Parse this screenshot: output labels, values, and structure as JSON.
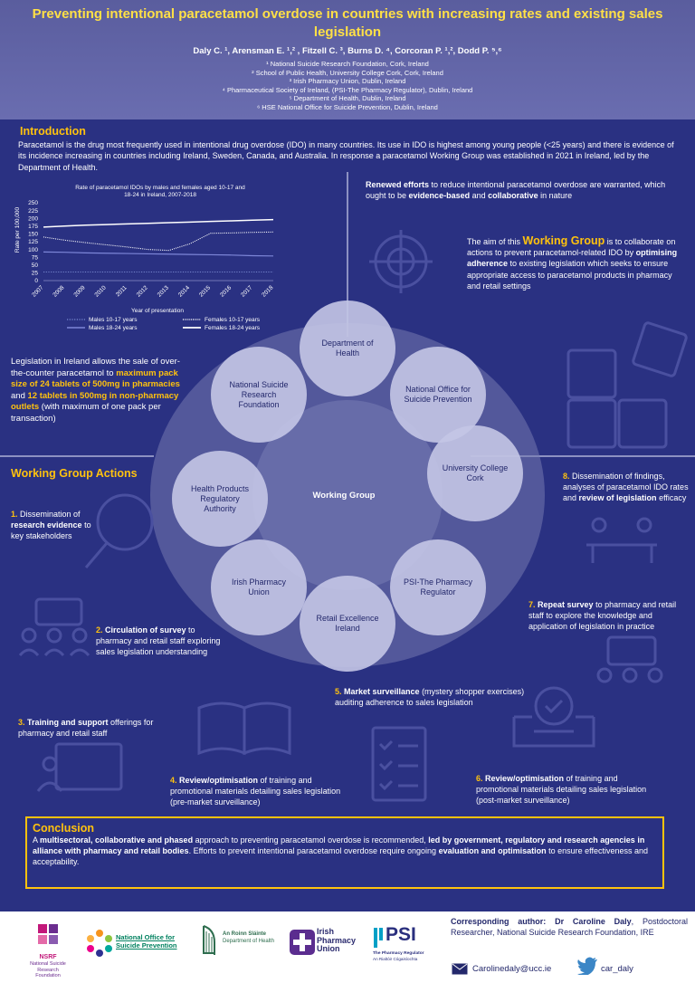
{
  "header": {
    "title": "Preventing intentional paracetamol overdose in countries with increasing rates and existing sales legislation",
    "authors": "Daly C. ¹, Arensman E. ¹,² , Fitzell C. ³, Burns D. ⁴, Corcoran P. ¹,², Dodd P. ⁵,⁶",
    "affiliations": [
      "¹ National Suicide Research Foundation, Cork, Ireland",
      "² School of Public Health, University College Cork, Cork, Ireland",
      "³ Irish Pharmacy Union, Dublin, Ireland",
      "⁴ Pharmaceutical Society of Ireland, (PSI-The Pharmacy Regulator), Dublin, Ireland",
      "⁵ Department of Health, Dublin, Ireland",
      "⁶ HSE National Office for Suicide Prevention, Dublin, Ireland"
    ]
  },
  "intro": {
    "title": "Introduction",
    "text": "Paracetamol is the drug most frequently used in intentional drug overdose (IDO) in many countries. Its use in IDO is highest among young people (<25 years) and there is evidence of its incidence increasing in countries including Ireland, Sweden, Canada, and Australia. In response a paracetamol Working Group was established in 2021 in Ireland, led by the Department of Health."
  },
  "chart_data": {
    "type": "line",
    "title": "Rate of paracetamol IDOs by males and females aged 10-17 and 18-24 in Ireland, 2007-2018",
    "xlabel": "Year of presentation",
    "ylabel": "Rate per 100,000",
    "x": [
      "2007",
      "2008",
      "2009",
      "2010",
      "2011",
      "2012",
      "2013",
      "2014",
      "2015",
      "2016",
      "2017",
      "2018"
    ],
    "ylim": [
      0,
      250
    ],
    "yticks": [
      0,
      25,
      50,
      75,
      100,
      125,
      150,
      175,
      200,
      225,
      250
    ],
    "series": [
      {
        "name": "Males 10-17 years",
        "style": "dotted-thin",
        "values": [
          28,
          28,
          28,
          28,
          28,
          28,
          28,
          28,
          28,
          28,
          28,
          28
        ]
      },
      {
        "name": "Males 18-24 years",
        "style": "solid-thin",
        "values": [
          92,
          91,
          89,
          88,
          87,
          86,
          85,
          84,
          83,
          82,
          80,
          79
        ]
      },
      {
        "name": "Females 10-17 years",
        "style": "dotted",
        "values": [
          140,
          130,
          122,
          115,
          108,
          100,
          97,
          118,
          152,
          153,
          155,
          156
        ]
      },
      {
        "name": "Females 18-24 years",
        "style": "solid",
        "values": [
          172,
          175,
          178,
          180,
          182,
          184,
          186,
          188,
          190,
          192,
          194,
          196
        ]
      }
    ]
  },
  "renewed": {
    "lead": "Renewed efforts",
    "t1": " to reduce intentional paracetamol overdose are warranted, which ought to be ",
    "b1": "evidence-based",
    "t2": " and ",
    "b2": "collaborative",
    "t3": " in nature"
  },
  "aim": {
    "t1": "The aim of this ",
    "big": "Working Group",
    "t2": " is to collaborate on actions to prevent paracetamol-related IDO by ",
    "b1": "optimising adherence",
    "t3": " to existing legislation which seeks to ensure appropriate access to paracetamol products in pharmacy and retail settings"
  },
  "legislation": {
    "t1": "Legislation in Ireland allows the sale of over-the-counter paracetamol to ",
    "y1": "maximum pack size of 24 tablets of 500mg in pharmacies",
    "t2": " and ",
    "y2": "12 tablets in 500mg in non-pharmacy outlets",
    "t3": " (with maximum of one pack per transaction)"
  },
  "working_group": {
    "section_title": "Working Group Actions",
    "center": "Working Group",
    "members": [
      "Department of Health",
      "National Office for Suicide Prevention",
      "University College Cork",
      "PSI-The Pharmacy Regulator",
      "Retail Excellence Ireland",
      "Irish Pharmacy Union",
      "Health Products Regulatory Authority",
      "National Suicide Research Foundation"
    ]
  },
  "actions": {
    "a1": {
      "num": "1.",
      "t1": " Dissemination of ",
      "b": "research evidence",
      "t2": " to key stakeholders"
    },
    "a2": {
      "num": "2.",
      "b": " Circulation of survey",
      "t": " to pharmacy and retail staff exploring sales legislation understanding"
    },
    "a3": {
      "num": "3.",
      "b": " Training and support",
      "t": " offerings for pharmacy and retail staff"
    },
    "a4": {
      "num": "4.",
      "b": " Review/optimisation",
      "t": " of training and promotional materials detailing sales legislation (pre-market surveillance)"
    },
    "a5": {
      "num": "5.",
      "b": " Market surveillance",
      "t": " (mystery shopper exercises) auditing adherence to sales legislation"
    },
    "a6": {
      "num": "6.",
      "b": " Review/optimisation",
      "t": " of training and promotional materials detailing sales legislation (post-market surveillance)"
    },
    "a7": {
      "num": "7.",
      "b": " Repeat survey",
      "t": " to pharmacy and retail staff to explore the knowledge and application of legislation in practice"
    },
    "a8": {
      "num": "8.",
      "t1": " Dissemination of findings, analyses of paracetamol IDO rates and ",
      "b": "review of legislation",
      "t2": " efficacy"
    }
  },
  "conclusion": {
    "title": "Conclusion",
    "t1": "A ",
    "b1": "multisectoral, collaborative and phased",
    "t2": " approach to preventing paracetamol overdose is recommended, ",
    "b2": "led by government, regulatory and research agencies in alliance with pharmacy and retail bodies",
    "t3": ". Efforts to prevent intentional paracetamol overdose require ongoing ",
    "b3": "evaluation and optimisation",
    "t4": " to ensure effectiveness and acceptability."
  },
  "footer": {
    "logos": {
      "nsrf": "NSRF",
      "nsrf_sub": "National Suicide Research Foundation",
      "nosp": "National Office for Suicide Prevention",
      "doh_ga": "An Roinn Sláinte",
      "doh": "Department of Health",
      "ipu": "Irish Pharmacy Union",
      "psi": "PSI",
      "psi_sub": "The Pharmacy Regulator",
      "psi_ga": "An Rialtóir Cógaisíochta"
    },
    "contact_label": "Corresponding author:",
    "contact_name": " Dr Caroline Daly",
    "contact_role": ", Postdoctoral Researcher, National Suicide Research Foundation, IRE",
    "email": "Carolinedaly@ucc.ie",
    "twitter": "car_daly"
  },
  "colors": {
    "background": "#2a3182",
    "header": "#6467a8",
    "accent": "#ffc20e",
    "node": "#c4c6e6"
  }
}
